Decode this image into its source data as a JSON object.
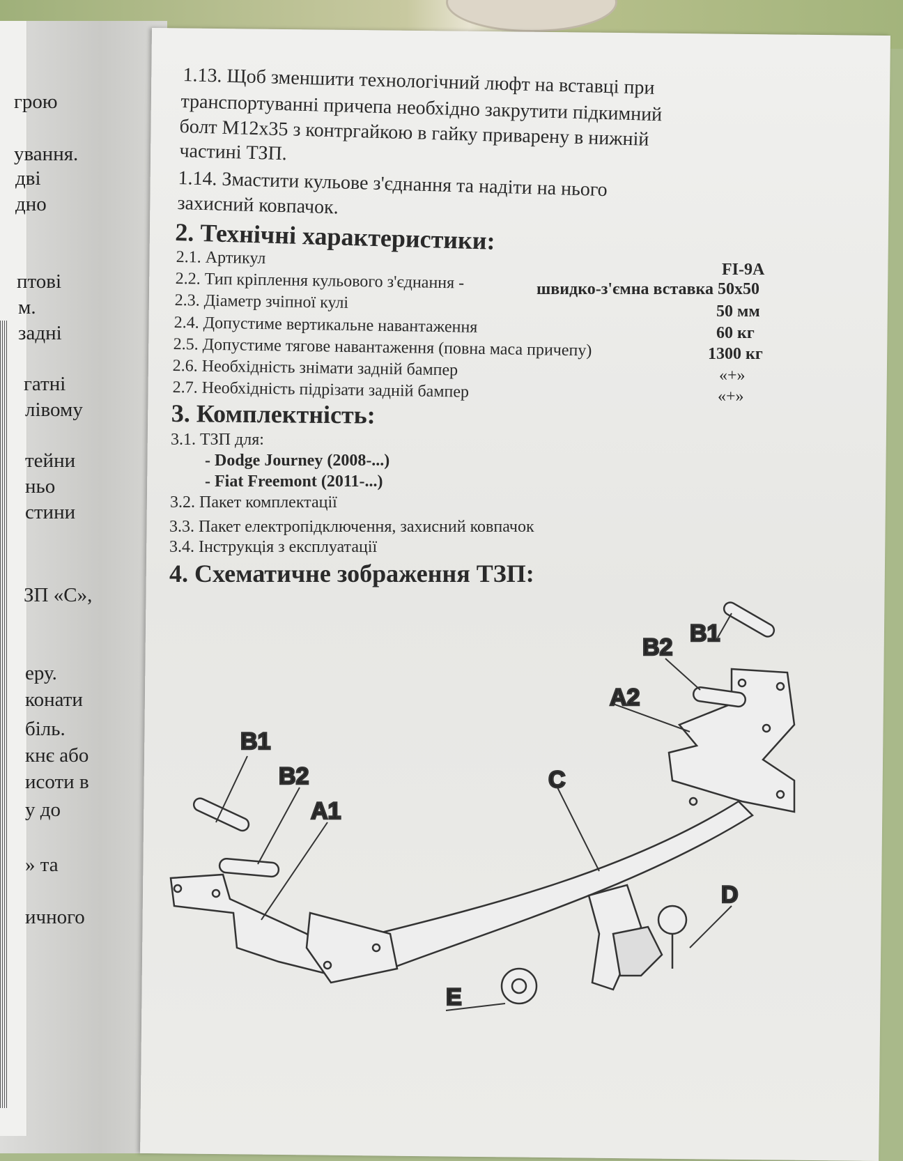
{
  "left_page_fragments": [
    "грою",
    "ування.",
    "дві",
    "дно",
    "птові",
    "м.",
    "задні",
    "гатні",
    "лівому",
    "тейни",
    "ньо",
    "стини",
    "ЗП «С»,",
    "еру.",
    "конати",
    "біль.",
    "кнє або",
    "исоти в",
    "у до",
    "» та",
    "ичного"
  ],
  "section1": {
    "item_1_13": [
      "1.13. Щоб зменшити технологічний люфт на вставці при",
      "транспортуванні причепа необхідно закрутити підкимний",
      "болт М12х35 з контргайкою в гайку приварену в нижній",
      "частині ТЗП."
    ],
    "item_1_14": [
      "1.14. Змастити кульове з'єднання та надіти на нього",
      "захисний ковпачок."
    ]
  },
  "section2": {
    "heading": "2. Технічні характеристики:",
    "specs": [
      {
        "label": "2.1. Артикул",
        "value": "FI-9A"
      },
      {
        "label": "2.2. Тип кріплення кульового з'єднання -",
        "value": "швидко-з'ємна вставка 50х50"
      },
      {
        "label": "2.3. Діаметр зчіпної кулі",
        "value": "50 мм"
      },
      {
        "label": "2.4. Допустиме вертикальне навантаження",
        "value": "60 кг"
      },
      {
        "label": "2.5. Допустиме тягове навантаження (повна маса причепу)",
        "value": "1300 кг"
      },
      {
        "label": "2.6. Необхідність знімати задній бампер",
        "value": "«+»"
      },
      {
        "label": "2.7. Необхідність підрізати задній бампер",
        "value": "«+»"
      }
    ]
  },
  "section3": {
    "heading": "3. Комплектність:",
    "item_3_1": "3.1. ТЗП для:",
    "vehicles": [
      "- Dodge Journey (2008-...)",
      "- Fiat Freemont (2011-...)"
    ],
    "item_3_2": "3.2. Пакет комплектації",
    "item_3_3": "3.3. Пакет електропідключення, захисний ковпачок",
    "item_3_4": "3.4. Інструкція з експлуатації"
  },
  "section4": {
    "heading": "4. Схематичне зображення ТЗП:",
    "diagram_labels": {
      "b1_left": "B1",
      "b2_left": "B2",
      "a1": "A1",
      "c": "C",
      "a2": "A2",
      "b2_right": "B2",
      "b1_right": "B1",
      "d": "D",
      "e": "E"
    }
  }
}
